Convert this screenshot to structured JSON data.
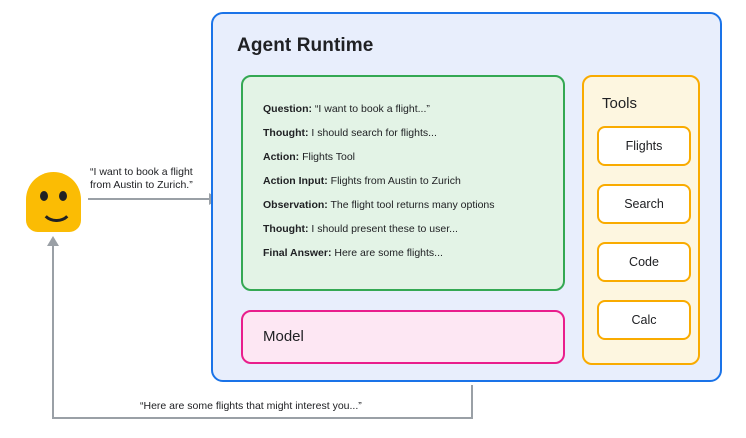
{
  "user": {
    "avatar_name": "smiley-face-avatar",
    "avatar_color": "#fbbc04"
  },
  "request": {
    "label": "“I want to book a flight\nfrom Austin to Zurich.”",
    "arrow_color": "#9aa0a6"
  },
  "response": {
    "label": "“Here are some flights that might interest you...”",
    "arrow_color": "#9aa0a6"
  },
  "agent_runtime": {
    "title": "Agent Runtime",
    "border_color": "#1a73e8",
    "fill_color": "#e8eefc"
  },
  "react_trace": {
    "border_color": "#34a853",
    "fill_color": "#e3f3e6",
    "lines": [
      {
        "key": "Question:",
        "value": " “I want to book a flight...”"
      },
      {
        "key": "Thought:",
        "value": " I should search for flights..."
      },
      {
        "key": "Action:",
        "value": " Flights Tool"
      },
      {
        "key": "Action Input:",
        "value": " Flights from Austin to Zurich"
      },
      {
        "key": "Observation:",
        "value": " The flight tool returns many options"
      },
      {
        "key": "Thought:",
        "value": " I should present these to user..."
      },
      {
        "key": "Final Answer:",
        "value": " Here are some flights..."
      }
    ]
  },
  "model": {
    "label": "Model",
    "border_color": "#e91e8c",
    "fill_color": "#fde7f3"
  },
  "tools": {
    "title": "Tools",
    "border_color": "#f9ab00",
    "fill_color": "#fdf6e0",
    "items": [
      {
        "label": "Flights"
      },
      {
        "label": "Search"
      },
      {
        "label": "Code"
      },
      {
        "label": "Calc"
      }
    ]
  }
}
